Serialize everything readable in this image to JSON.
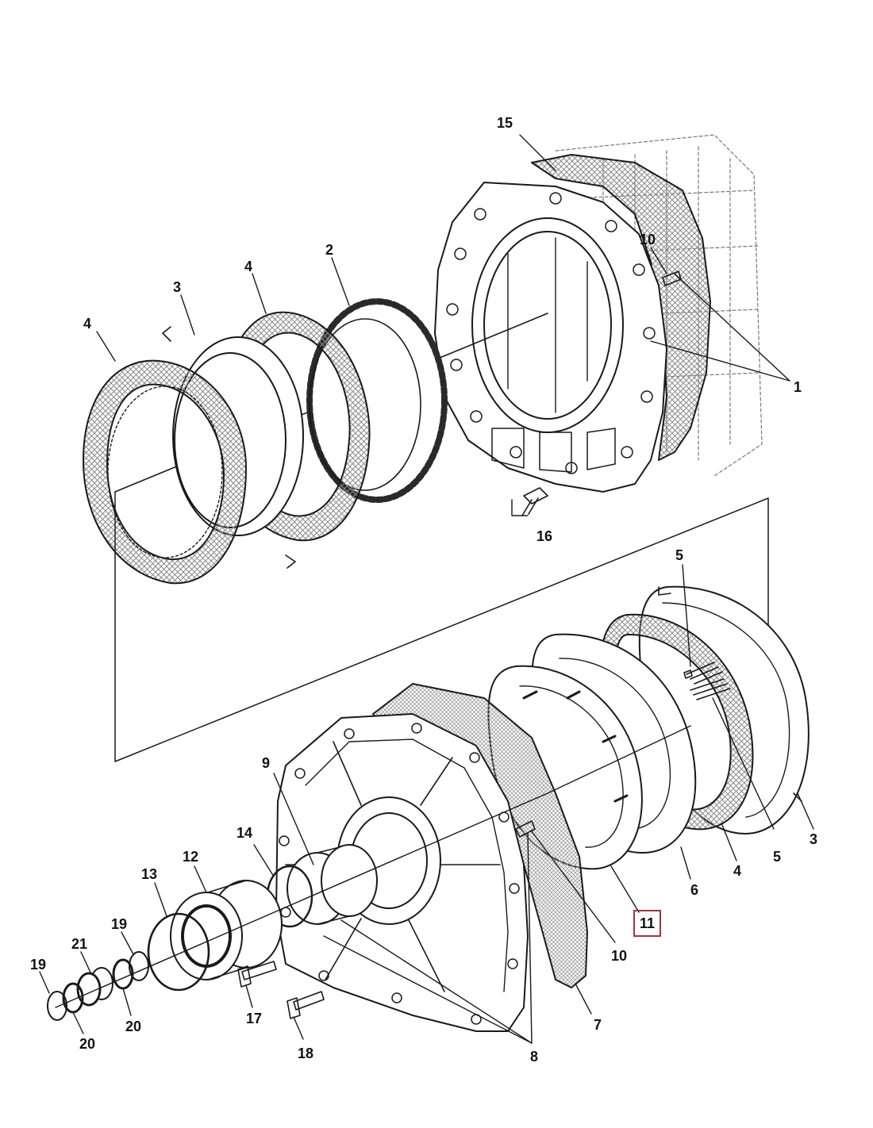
{
  "diagram": {
    "colors": {
      "line": "#1a1a1a",
      "hatch": "#8a8a8a",
      "highlight_box": "#a8323a"
    },
    "callouts": {
      "c15": "15",
      "c2": "2",
      "c4a": "4",
      "c3a": "3",
      "c4b": "4",
      "c10a": "10",
      "c1": "1",
      "c16": "16",
      "c5a": "5",
      "c5b": "5",
      "c3b": "3",
      "c4c": "4",
      "c6": "6",
      "c11": "11",
      "c10b": "10",
      "c7": "7",
      "c8": "8",
      "c9": "9",
      "c14": "14",
      "c12": "12",
      "c13": "13",
      "c19a": "19",
      "c21": "21",
      "c19b": "19",
      "c20a": "20",
      "c20b": "20",
      "c17": "17",
      "c18": "18"
    }
  }
}
